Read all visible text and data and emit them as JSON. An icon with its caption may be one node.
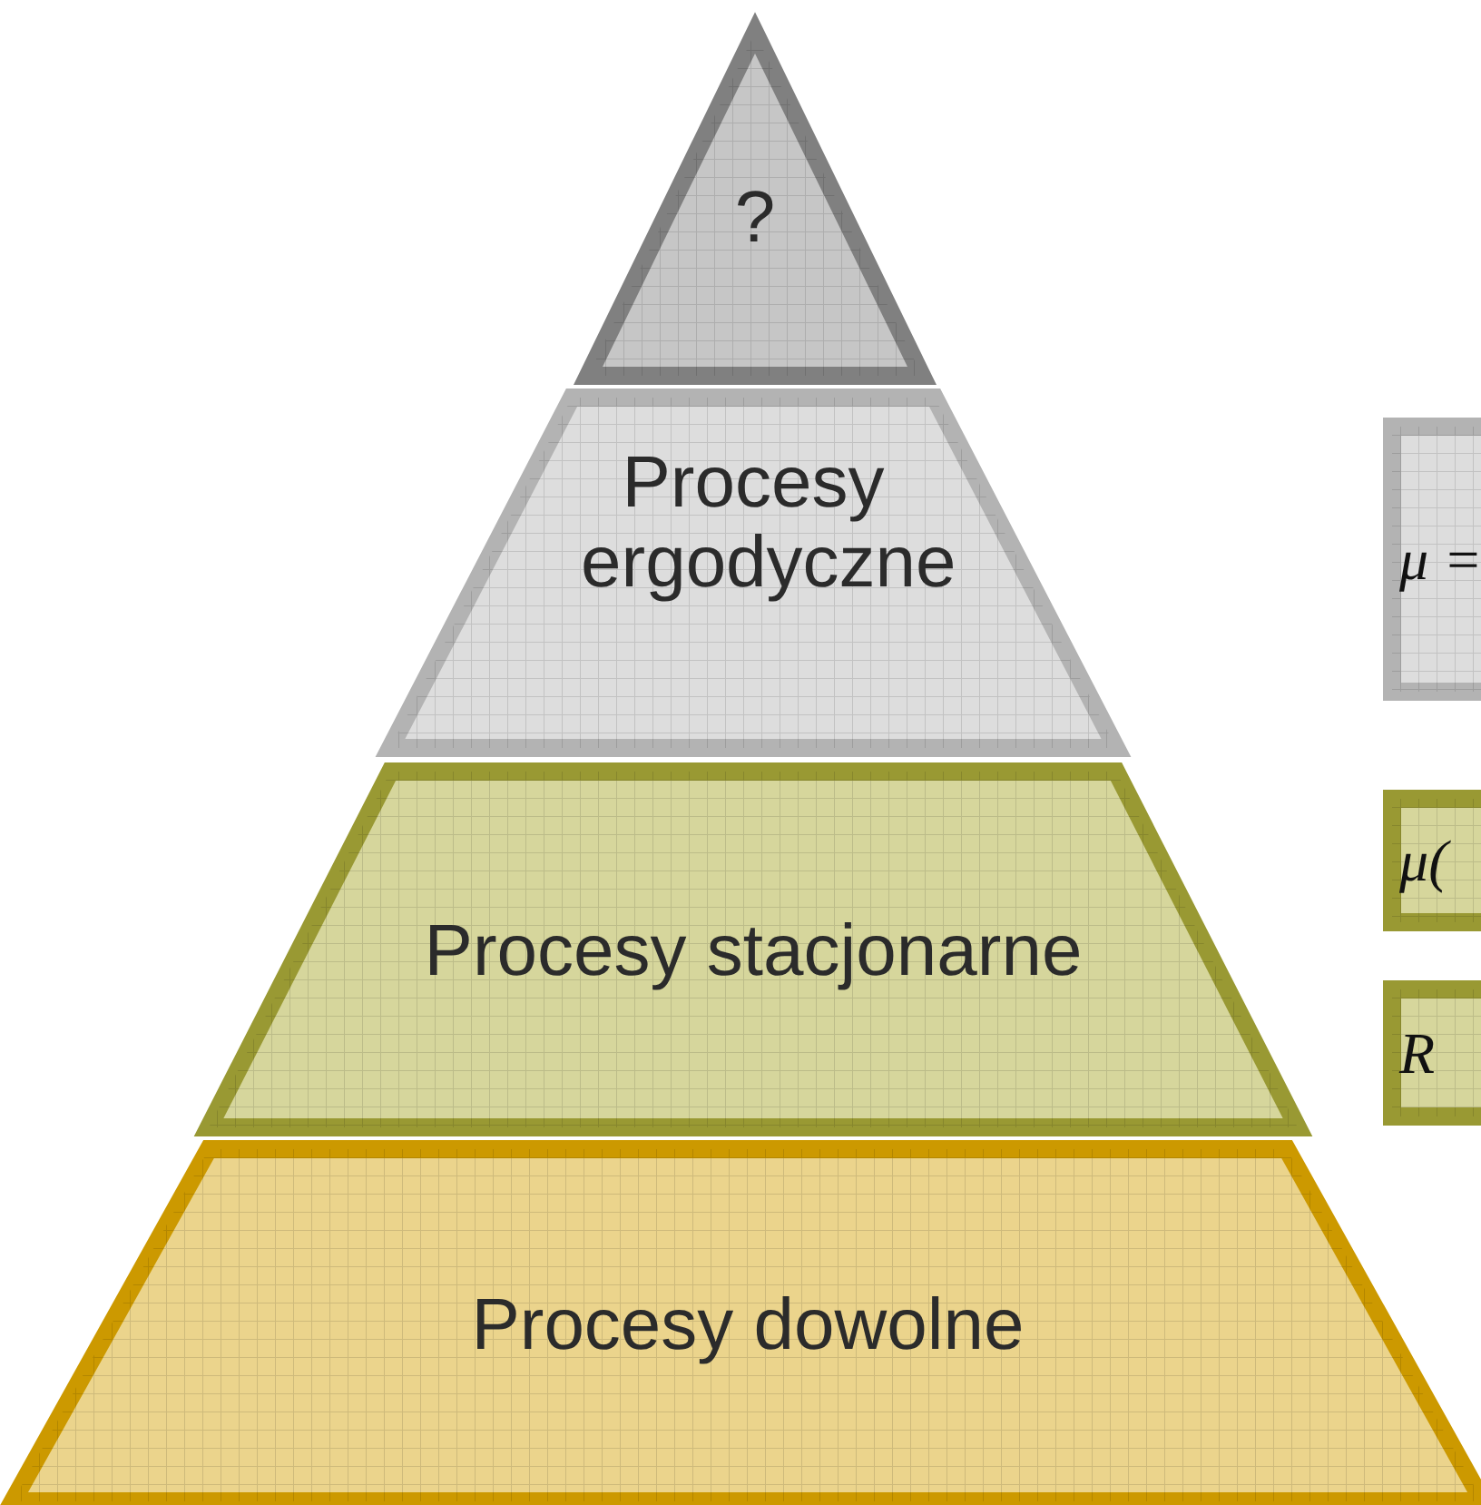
{
  "diagram": {
    "nodes": [
      {
        "text": [
          "?"
        ]
      },
      {
        "text": [
          "Procesy ergodyczne"
        ]
      },
      {
        "text": [
          "Procesy stacjonarne"
        ]
      },
      {
        "text": [
          "Procesy dowolne"
        ]
      },
      {
        "text": [
          "μ ="
        ]
      },
      {
        "text": [
          "μ("
        ]
      },
      {
        "text": [
          "R"
        ]
      }
    ]
  }
}
